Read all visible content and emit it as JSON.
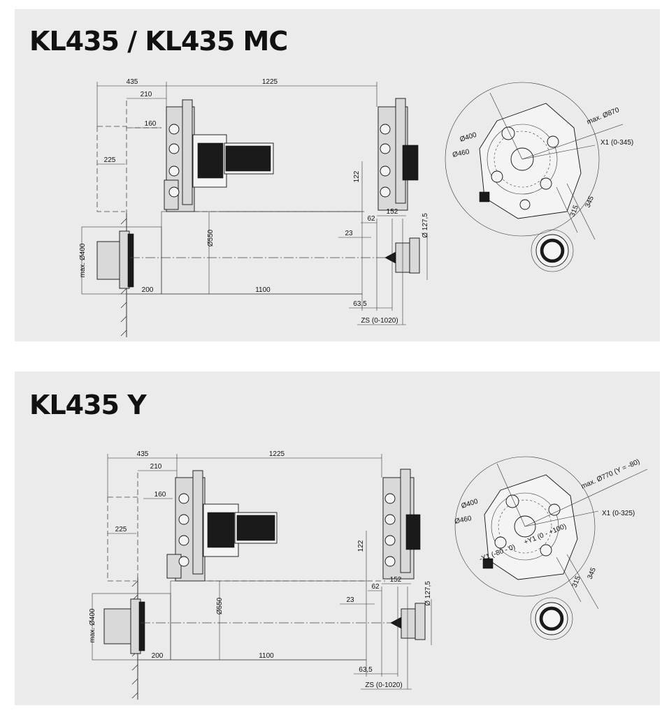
{
  "panels": [
    {
      "title": "KL435 / KL435 MC",
      "dims": {
        "d435": "435",
        "d1225": "1225",
        "d210": "210",
        "d160": "160",
        "d225": "225",
        "d122": "122",
        "d152": "152",
        "d62": "62",
        "d23": "23",
        "d550": "Ø550",
        "d127": "Ø 127,5",
        "d400": "max. Ø400",
        "d200": "200",
        "d1100": "1100",
        "d63": "63,5",
        "zs": "ZS (0-1020)"
      },
      "turret": {
        "max": "max. Ø870",
        "x1": "X1 (0-345)",
        "d400": "Ø400",
        "d460": "Ø460",
        "d345": "345",
        "d315": "315",
        "y_neg": "",
        "y_pos": ""
      }
    },
    {
      "title": "KL435 Y",
      "dims": {
        "d435": "435",
        "d1225": "1225",
        "d210": "210",
        "d160": "160",
        "d225": "225",
        "d122": "122",
        "d152": "152",
        "d62": "62",
        "d23": "23",
        "d550": "Ø550",
        "d127": "Ø 127,5",
        "d400": "max. Ø400",
        "d200": "200",
        "d1100": "1100",
        "d63": "63,5",
        "zs": "ZS (0-1020)"
      },
      "turret": {
        "max": "max. Ø770 (Y = -80)",
        "x1": "X1 (0-325)",
        "d400": "Ø400",
        "d460": "Ø460",
        "d345": "345",
        "d315": "315",
        "y_neg": "-Y1 (-80 - 0)",
        "y_pos": "+Y1 (0 - +100)"
      }
    }
  ],
  "colors": {
    "panel_bg": "#ebebeb",
    "line": "#222222",
    "title": "#111111"
  }
}
